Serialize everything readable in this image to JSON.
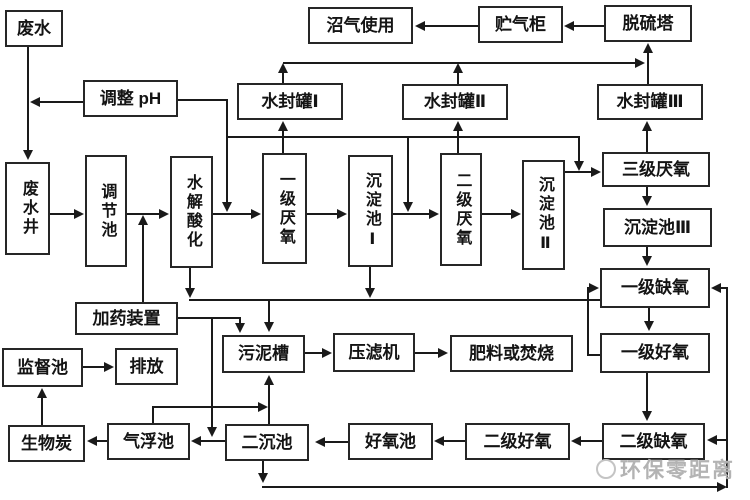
{
  "diagram": {
    "background_color": "#ffffff",
    "line_color": "#1a1a1a",
    "box_border_color": "#262626",
    "text_color": "#141414",
    "watermark": {
      "text": "环保零距离",
      "color": "#b3b3b3",
      "logo": "circle-logo"
    },
    "nodes": {
      "feishui": {
        "label": "废水"
      },
      "tiaozheng_ph": {
        "label": "调整 pH"
      },
      "feishuijing": {
        "label": "废水井"
      },
      "tiaojiechi": {
        "label": "调节池"
      },
      "shuijie": {
        "label": "水解酸化"
      },
      "yijiyy": {
        "label": "一级厌氧"
      },
      "cdc1": {
        "label": "沉淀池Ⅰ"
      },
      "erjiyy": {
        "label": "二级厌氧"
      },
      "cdc2": {
        "label": "沉淀池Ⅱ"
      },
      "zhaoqi": {
        "label": "沼气使用"
      },
      "zhuqigui": {
        "label": "贮气柜"
      },
      "tuoliuta": {
        "label": "脱硫塔"
      },
      "sfg1": {
        "label": "水封罐Ⅰ"
      },
      "sfg2": {
        "label": "水封罐Ⅱ"
      },
      "sfg3": {
        "label": "水封罐Ⅲ"
      },
      "sanjiyy": {
        "label": "三级厌氧"
      },
      "cdc3": {
        "label": "沉淀池Ⅲ"
      },
      "yijiqy": {
        "label": "一级缺氧"
      },
      "yijihy": {
        "label": "一级好氧"
      },
      "erjiqy": {
        "label": "二级缺氧"
      },
      "erjihy": {
        "label": "二级好氧"
      },
      "haoyangchi": {
        "label": "好氧池"
      },
      "erchenchi": {
        "label": "二沉池"
      },
      "qifuchi": {
        "label": "气浮池"
      },
      "shengwutan": {
        "label": "生物炭"
      },
      "jianduchi": {
        "label": "监督池"
      },
      "paifang": {
        "label": "排放"
      },
      "jiayao": {
        "label": "加药装置"
      },
      "wunicao": {
        "label": "污泥槽"
      },
      "yalvji": {
        "label": "压滤机"
      },
      "feiliao": {
        "label": "肥料或焚烧"
      }
    },
    "edges": [
      {
        "from": "废水",
        "to": "废水井"
      },
      {
        "from": "调整 pH",
        "to": "废水→废水井管线"
      },
      {
        "from": "调整 pH",
        "to": "水解酸化→一级厌氧管线"
      },
      {
        "from": "废水井",
        "to": "调节池"
      },
      {
        "from": "调节池",
        "to": "水解酸化"
      },
      {
        "from": "水解酸化",
        "to": "一级厌氧"
      },
      {
        "from": "一级厌氧",
        "to": "沉淀池Ⅰ"
      },
      {
        "from": "沉淀池Ⅰ",
        "to": "二级厌氧"
      },
      {
        "from": "二级厌氧",
        "to": "沉淀池Ⅱ"
      },
      {
        "from": "沉淀池Ⅱ",
        "to": "三级厌氧"
      },
      {
        "from": "一级厌氧",
        "to": "水封罐Ⅰ"
      },
      {
        "from": "二级厌氧",
        "to": "水封罐Ⅱ"
      },
      {
        "from": "三级厌氧",
        "to": "水封罐Ⅲ"
      },
      {
        "from": "水封罐Ⅰ",
        "to": "脱硫塔"
      },
      {
        "from": "水封罐Ⅱ",
        "to": "脱硫塔"
      },
      {
        "from": "水封罐Ⅲ",
        "to": "脱硫塔"
      },
      {
        "from": "水封罐管线",
        "to": "沉淀池Ⅰ→二级厌氧管线"
      },
      {
        "from": "水封罐管线",
        "to": "沉淀池Ⅱ→三级厌氧管线"
      },
      {
        "from": "脱硫塔",
        "to": "贮气柜"
      },
      {
        "from": "贮气柜",
        "to": "沼气使用"
      },
      {
        "from": "三级厌氧",
        "to": "沉淀池Ⅲ"
      },
      {
        "from": "沉淀池Ⅲ",
        "to": "一级缺氧"
      },
      {
        "from": "一级缺氧",
        "to": "一级好氧"
      },
      {
        "from": "一级好氧",
        "to": "一级缺氧"
      },
      {
        "from": "一级好氧",
        "to": "二级缺氧"
      },
      {
        "from": "二级缺氧",
        "to": "二级好氧"
      },
      {
        "from": "二级好氧",
        "to": "好氧池"
      },
      {
        "from": "好氧池",
        "to": "二沉池"
      },
      {
        "from": "二沉池",
        "to": "气浮池"
      },
      {
        "from": "二沉池",
        "to": "一级缺氧/二级缺氧回流"
      },
      {
        "from": "二沉池",
        "to": "污泥槽"
      },
      {
        "from": "气浮池",
        "to": "生物炭"
      },
      {
        "from": "气浮池",
        "to": "污泥槽"
      },
      {
        "from": "生物炭",
        "to": "监督池"
      },
      {
        "from": "监督池",
        "to": "排放"
      },
      {
        "from": "水解酸化",
        "to": "污泥管线"
      },
      {
        "from": "沉淀池Ⅰ",
        "to": "污泥管线"
      },
      {
        "from": "沉淀池Ⅱ",
        "to": "污泥管线"
      },
      {
        "from": "污泥管线",
        "to": "污泥槽"
      },
      {
        "from": "加药装置",
        "to": "调节池→水解酸化管线"
      },
      {
        "from": "加药装置",
        "to": "污泥槽"
      },
      {
        "from": "加药装置",
        "to": "二沉池→气浮池管线"
      },
      {
        "from": "污泥槽",
        "to": "压滤机"
      },
      {
        "from": "压滤机",
        "to": "肥料或焚烧"
      }
    ]
  }
}
